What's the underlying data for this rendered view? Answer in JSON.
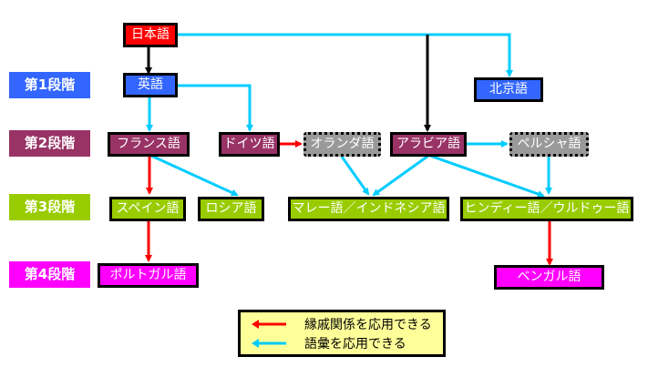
{
  "colors": {
    "kinship_arrow": "#ff0000",
    "vocabulary_arrow": "#00ccff",
    "root_arrow": "#000000",
    "level1": "#3366ff",
    "level2": "#993366",
    "level3": "#99cc00",
    "level4": "#ff00ff",
    "root": "#ff0000",
    "intermediate": "#999999",
    "legend_bg": "#ffff99"
  },
  "levels": [
    {
      "label": "第1段階",
      "color": "#3366ff"
    },
    {
      "label": "第2段階",
      "color": "#993366"
    },
    {
      "label": "第3段階",
      "color": "#99cc00"
    },
    {
      "label": "第4段階",
      "color": "#ff00ff"
    }
  ],
  "nodes": {
    "japanese": {
      "label": "日本語",
      "color": "#ff0000"
    },
    "english": {
      "label": "英語",
      "color": "#3366ff"
    },
    "mandarin": {
      "label": "北京語",
      "color": "#3366ff"
    },
    "french": {
      "label": "フランス語",
      "color": "#993366"
    },
    "german": {
      "label": "ドイツ語",
      "color": "#993366"
    },
    "dutch": {
      "label": "オランダ語",
      "color": "#999999"
    },
    "arabic": {
      "label": "アラビア語",
      "color": "#993366"
    },
    "persian": {
      "label": "ペルシャ語",
      "color": "#999999"
    },
    "spanish": {
      "label": "スペイン語",
      "color": "#99cc00"
    },
    "russian": {
      "label": "ロシア語",
      "color": "#99cc00"
    },
    "malay": {
      "label": "マレー語／インドネシア語",
      "color": "#99cc00"
    },
    "hindi": {
      "label": "ヒンディー語／ウルドゥー語",
      "color": "#99cc00"
    },
    "portuguese": {
      "label": "ポルトガル語",
      "color": "#ff00ff"
    },
    "bengali": {
      "label": "ベンガル語",
      "color": "#ff00ff"
    }
  },
  "edges": [
    {
      "from": "japanese",
      "to": "english",
      "type": "root"
    },
    {
      "from": "japanese",
      "to": "arabic",
      "type": "root"
    },
    {
      "from": "japanese",
      "to": "mandarin",
      "type": "vocabulary"
    },
    {
      "from": "english",
      "to": "french",
      "type": "vocabulary"
    },
    {
      "from": "english",
      "to": "german",
      "type": "vocabulary"
    },
    {
      "from": "german",
      "to": "dutch",
      "type": "kinship"
    },
    {
      "from": "arabic",
      "to": "persian",
      "type": "vocabulary"
    },
    {
      "from": "french",
      "to": "spanish",
      "type": "kinship"
    },
    {
      "from": "french",
      "to": "russian",
      "type": "vocabulary"
    },
    {
      "from": "dutch",
      "to": "malay",
      "type": "vocabulary"
    },
    {
      "from": "arabic",
      "to": "malay",
      "type": "vocabulary"
    },
    {
      "from": "arabic",
      "to": "hindi",
      "type": "vocabulary"
    },
    {
      "from": "persian",
      "to": "hindi",
      "type": "vocabulary"
    },
    {
      "from": "spanish",
      "to": "portuguese",
      "type": "kinship"
    },
    {
      "from": "hindi",
      "to": "bengali",
      "type": "kinship"
    }
  ],
  "legend": {
    "kinship": "縁戚関係を応用できる",
    "vocabulary": "語彙を応用できる"
  }
}
